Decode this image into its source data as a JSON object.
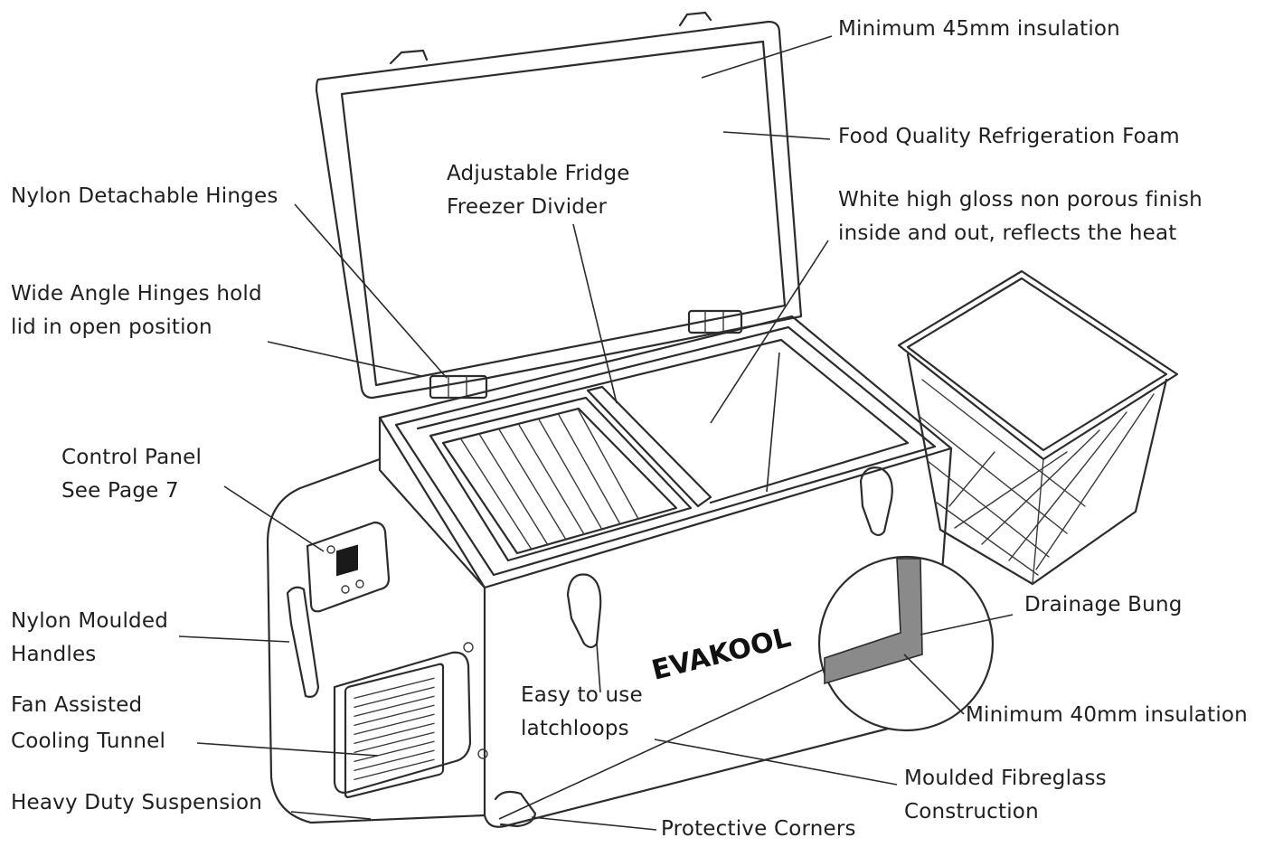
{
  "brand": "EVAKOOL",
  "callouts": {
    "insulation_45": "Minimum 45mm insulation",
    "foam": "Food Quality Refrigeration Foam",
    "finish_1": "White high gloss non porous finish",
    "finish_2": "inside and out, reflects the heat",
    "divider_1": "Adjustable Fridge",
    "divider_2": "Freezer Divider",
    "hinges_nylon": "Nylon Detachable Hinges",
    "hinges_wide_1": "Wide Angle Hinges hold",
    "hinges_wide_2": "lid in open position",
    "control_1": "Control Panel",
    "control_2": "See Page 7",
    "handles_1": "Nylon Moulded",
    "handles_2": "Handles",
    "fan_1": "Fan Assisted",
    "fan_2": "Cooling Tunnel",
    "suspension": "Heavy Duty Suspension",
    "latch_1": "Easy to use",
    "latch_2": "latchloops",
    "drainage": "Drainage Bung",
    "insulation_40": "Minimum 40mm insulation",
    "fibreglass_1": "Moulded Fibreglass",
    "fibreglass_2": "Construction",
    "corners": "Protective Corners"
  }
}
